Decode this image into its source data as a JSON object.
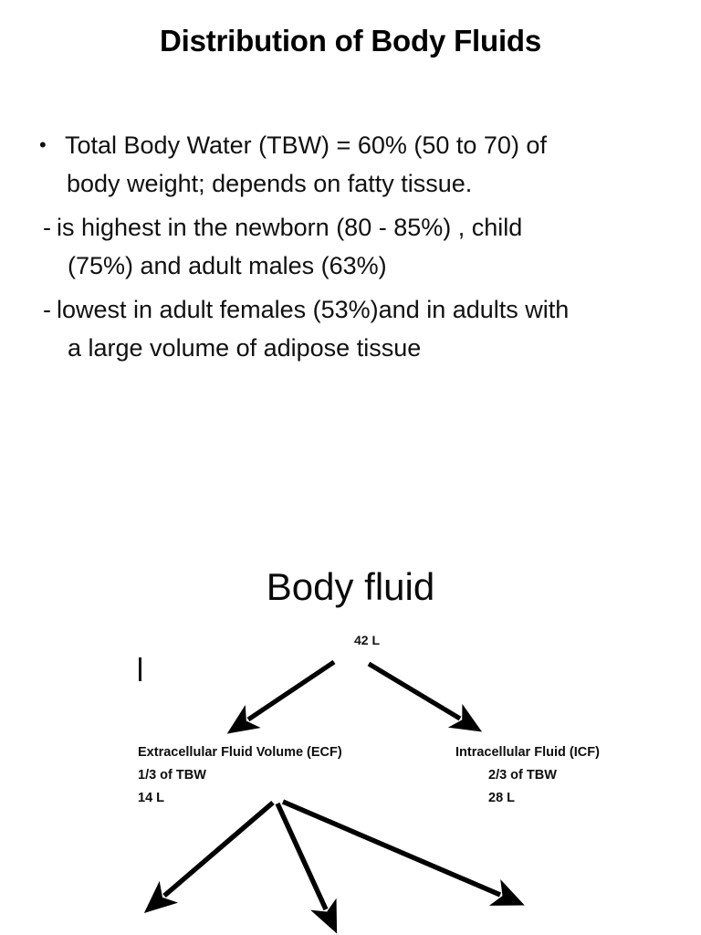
{
  "slide": {
    "title": "Distribution of Body Fluids",
    "background_color": "#ffffff",
    "text_color": "#000000"
  },
  "content": {
    "paragraphs": [
      {
        "marker": "•",
        "marker_type": "bullet",
        "line1": "Total Body Water (TBW) = 60% (50 to 70) of",
        "line2": "body weight; depends on fatty tissue."
      },
      {
        "marker": "-",
        "marker_type": "dash",
        "line1": "is highest in the newborn (80 - 85%) , child",
        "line2": "(75%) and adult males (63%)"
      },
      {
        "marker": "-",
        "marker_type": "dash",
        "line1": "lowest in adult females (53%)and in adults with",
        "line2": "a large volume of adipose tissue"
      }
    ]
  },
  "diagram": {
    "type": "tree",
    "title": "Body fluid",
    "root_value": "42 L",
    "tick_mark": "|",
    "nodes": [
      {
        "id": "ecf",
        "title": "Extracellular Fluid Volume (ECF)",
        "fraction": "1/3 of TBW",
        "volume": "14 L"
      },
      {
        "id": "icf",
        "title": "Intracellular Fluid (ICF)",
        "fraction": "2/3 of TBW",
        "volume": "28 L"
      }
    ],
    "arrows": {
      "from_root": 2,
      "from_ecf": 3,
      "color": "#000000"
    }
  }
}
